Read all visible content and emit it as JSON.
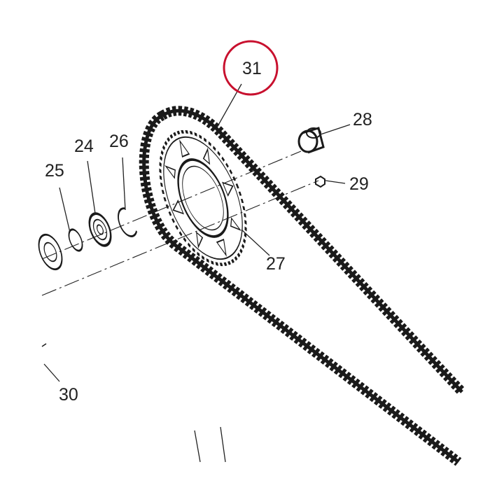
{
  "callouts": [
    {
      "id": "p31",
      "label": "31",
      "highlighted": true
    },
    {
      "id": "p28",
      "label": "28"
    },
    {
      "id": "p29",
      "label": "29"
    },
    {
      "id": "p24",
      "label": "24"
    },
    {
      "id": "p26",
      "label": "26"
    },
    {
      "id": "p25",
      "label": "25"
    },
    {
      "id": "p27",
      "label": "27"
    },
    {
      "id": "p30",
      "label": "30"
    }
  ],
  "colors": {
    "highlight_circle": "#c8102e",
    "line": "#1a1a1a",
    "background": "#ffffff"
  }
}
